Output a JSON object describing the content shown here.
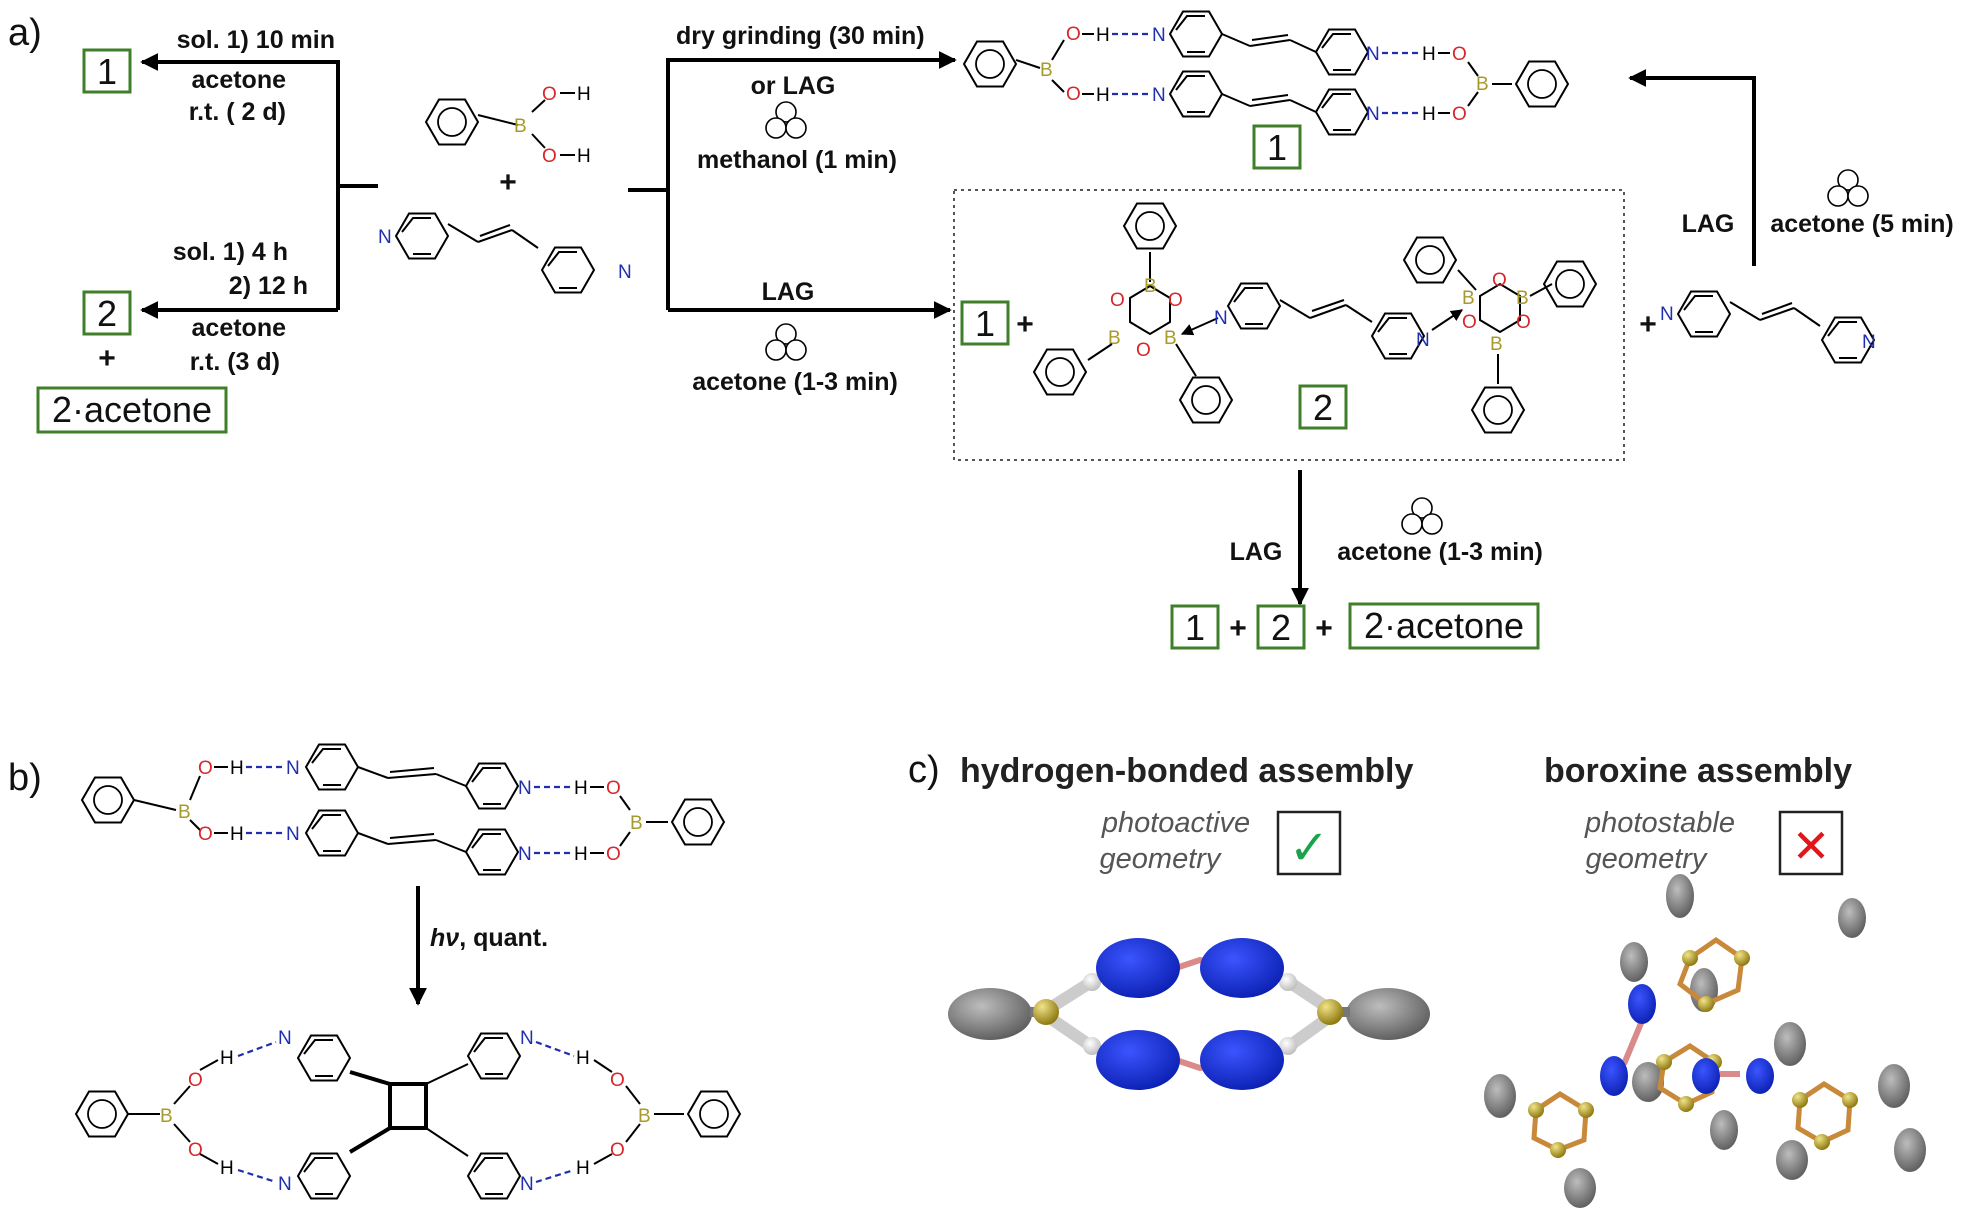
{
  "panels": {
    "a": "a)",
    "b": "b)",
    "c": "c)"
  },
  "compound_labels": {
    "c1": "1",
    "c2": "2",
    "c2acetone": "2·acetone"
  },
  "plus": "+",
  "atoms": {
    "B": "B",
    "O": "O",
    "H": "H",
    "N": "N",
    "OH": "O–H"
  },
  "panel_a": {
    "left_top": {
      "line1": "sol. 1) 10 min",
      "line2": "acetone",
      "line3": "r.t. ( 2 d)"
    },
    "left_bottom": {
      "line1": "sol. 1) 4 h",
      "line2": "2) 12 h",
      "line3": "acetone",
      "line4": "r.t. (3 d)"
    },
    "right_top": {
      "line1": "dry grinding (30 min)",
      "line2": "or LAG",
      "line3": "methanol (1 min)"
    },
    "right_bottom": {
      "line1": "LAG",
      "line2": "acetone (1-3 min)"
    },
    "far_right": {
      "lag": "LAG",
      "cond": "acetone (5 min)"
    },
    "down": {
      "lag": "LAG",
      "cond": "acetone (1-3 min)"
    }
  },
  "panel_b": {
    "hv": "hν",
    "cond": ", quant."
  },
  "panel_c": {
    "left": {
      "title": "hydrogen-bonded assembly",
      "line1": "photoactive",
      "line2": "geometry",
      "mark": "✓"
    },
    "right": {
      "title": "boroxine assembly",
      "line1": "photostable",
      "line2": "geometry",
      "mark": "✕"
    }
  },
  "colors": {
    "nitrogen": "#1f2fb0",
    "oxygen": "#d8262b",
    "boron": "#a89a2a",
    "box": "#3f7f2a",
    "check": "#1aa34a",
    "cross": "#e0161c"
  }
}
